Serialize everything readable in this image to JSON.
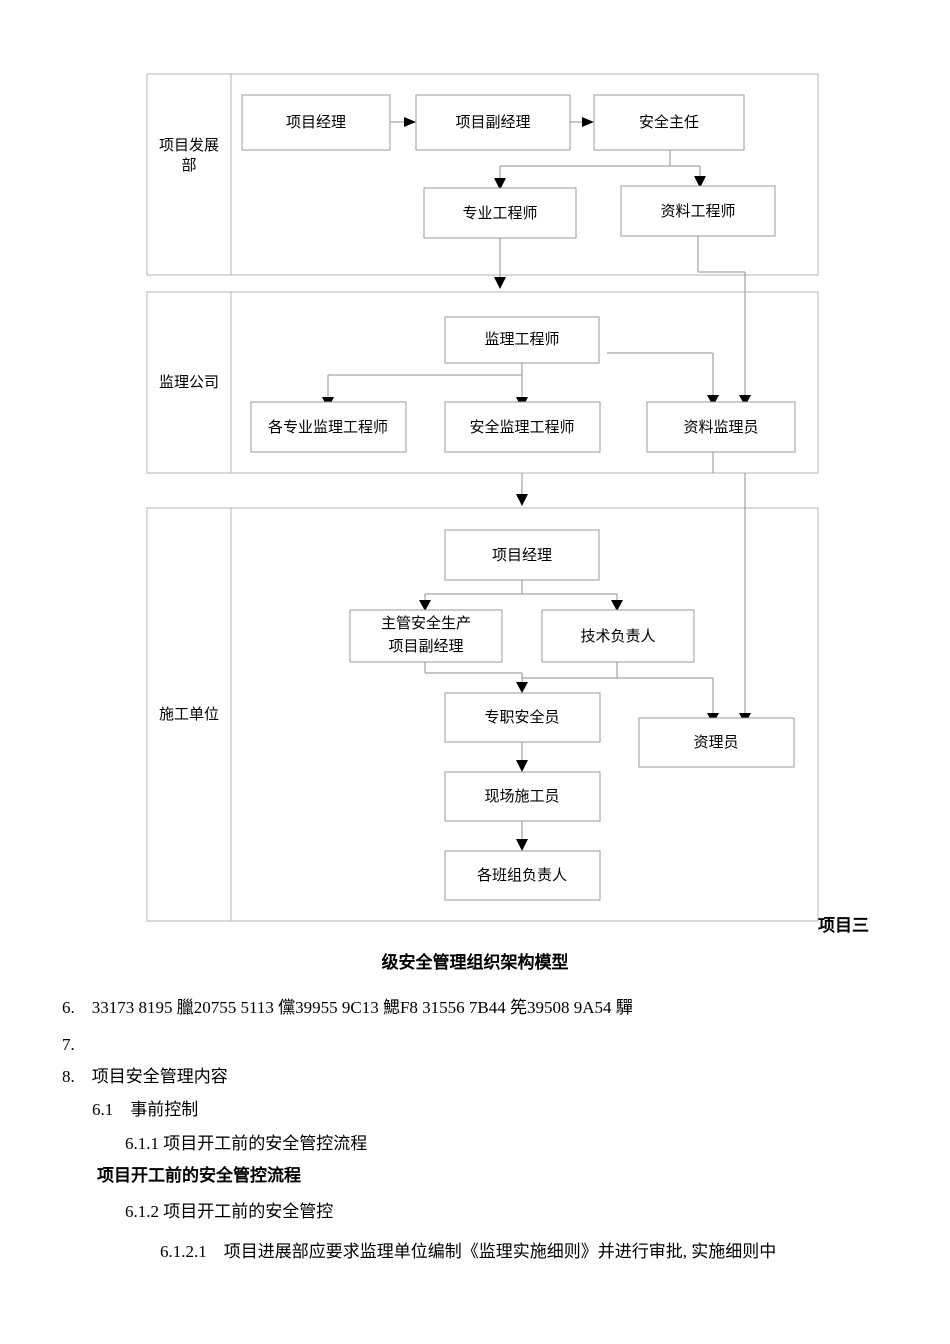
{
  "document": {
    "tail_label": "项目三",
    "caption": "级安全管理组织架构模型"
  },
  "diagram": {
    "title": "项目三级安全管理组织架构模型",
    "bands": [
      {
        "id": "band-1",
        "label": "项目发展\n部",
        "label_line1": "项目发展",
        "label_line2": "部"
      },
      {
        "id": "band-2",
        "label": "监理公司"
      },
      {
        "id": "band-3",
        "label": "施工单位"
      }
    ],
    "nodes": {
      "n1": "项目经理",
      "n2": "项目副经理",
      "n3": "安全主任",
      "n4": "专业工程师",
      "n5": "资料工程师",
      "n6": "监理工程师",
      "n7": "各专业监理工程师",
      "n8": "安全监理工程师",
      "n9": "资料监理员",
      "n10": "项目经理",
      "n11a": "主管安全生产",
      "n11b": "项目副经理",
      "n12": "技术负责人",
      "n13": "专职安全员",
      "n14": "资理员",
      "n15": "现场施工员",
      "n16": "各班组负责人"
    },
    "colors": {
      "box_border": "#9a9a9a",
      "band_border": "#b5b5b5",
      "connector": "#8f8f8f",
      "arrow": "#000000",
      "text": "#000000",
      "background": "#ffffff"
    }
  },
  "body": {
    "line_6": "6.　33173  8195  臘20755  5113  儻39955  9C13  鰓F8  31556  7B44  筅39508  9A54  驒",
    "line_7": "7.",
    "line_8": "8.　项目安全管理内容",
    "line_61": "6.1　事前控制",
    "line_611": "6.1.1 项目开工前的安全管控流程",
    "line_bold": "项目开工前的安全管控流程",
    "line_612": "6.1.2 项目开工前的安全管控",
    "line_6121": "6.1.2.1　项目进展部应要求监理单位编制《监理实施细则》并进行审批, 实施细则中"
  }
}
